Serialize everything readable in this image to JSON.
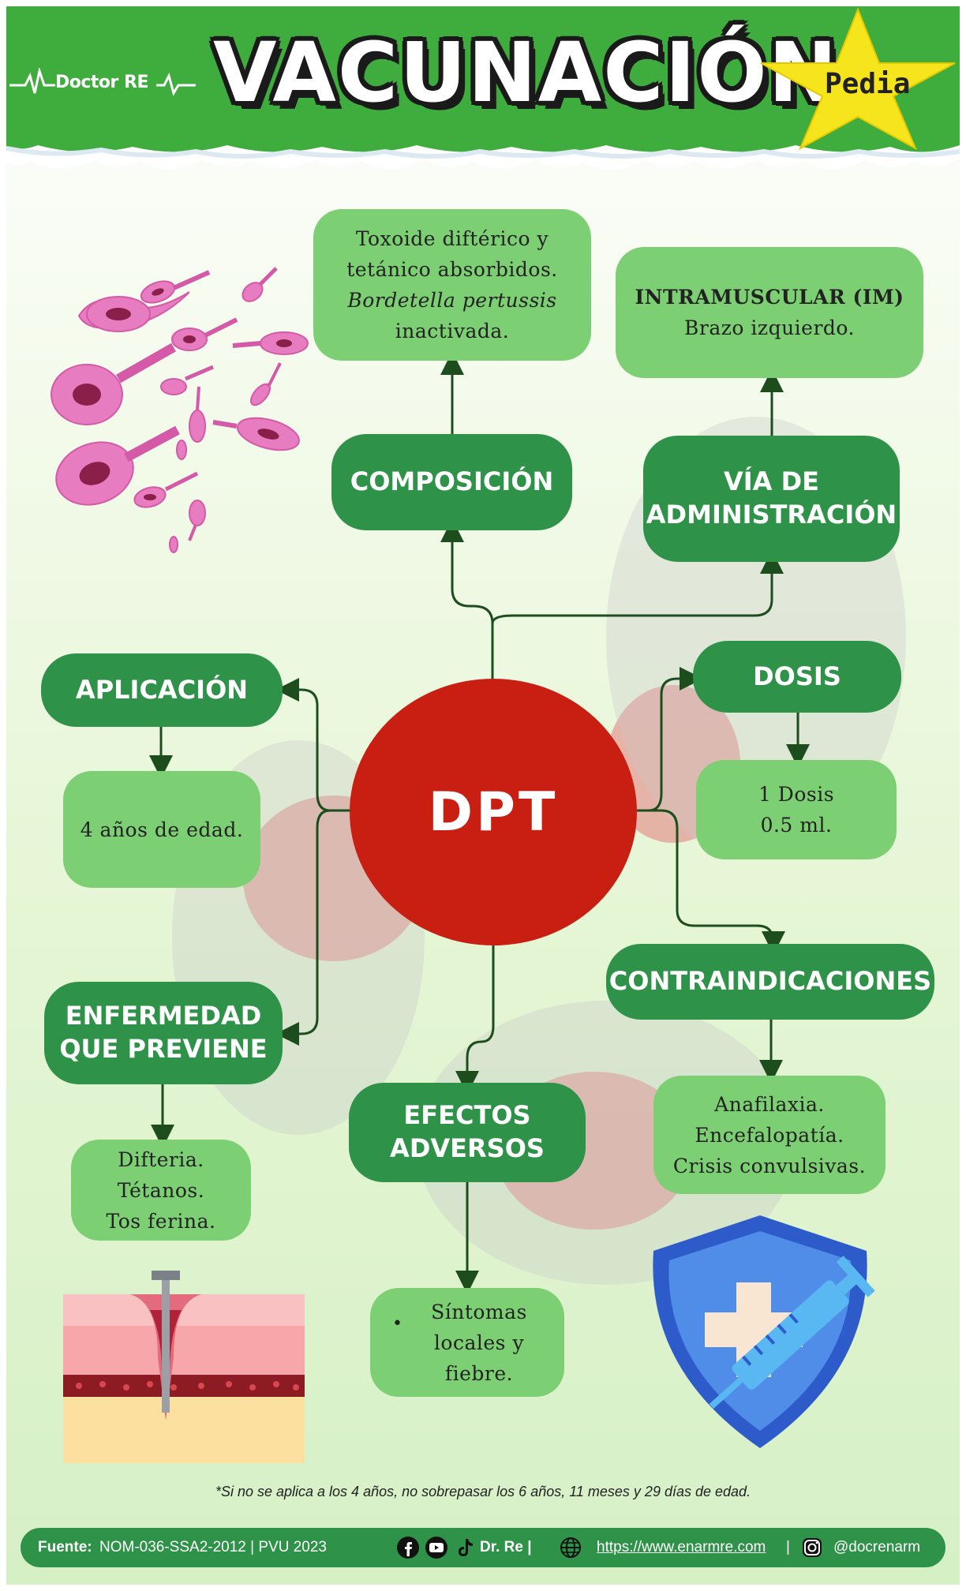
{
  "header": {
    "logo_text": "Doctor RE",
    "title": "VACUNACIÓN",
    "badge": "Pedia",
    "colors": {
      "header_green": "#3fad3d",
      "badge_yellow": "#f6e51c"
    }
  },
  "center": {
    "label": "DPT",
    "color": "#c81f12"
  },
  "nodes": {
    "composicion": {
      "title": "COMPOSICIÓN",
      "lines": [
        "Toxoide diftérico y",
        "tetánico absorbidos.",
        "Bordetella pertussis",
        "inactivada."
      ]
    },
    "via": {
      "title_lines": [
        "VÍA DE",
        "ADMINISTRACIÓN"
      ],
      "lines": [
        "INTRAMUSCULAR (IM)",
        "Brazo izquierdo."
      ]
    },
    "aplicacion": {
      "title": "APLICACIÓN",
      "lines": [
        "4 años de edad."
      ]
    },
    "dosis": {
      "title": "DOSIS",
      "lines": [
        "1 Dosis",
        "0.5 ml."
      ]
    },
    "enfermedad": {
      "title_lines": [
        "ENFERMEDAD",
        "QUE PREVIENE"
      ],
      "lines": [
        "Difteria.",
        "Tétanos.",
        "Tos ferina."
      ]
    },
    "efectos": {
      "title_lines": [
        "EFECTOS",
        "ADVERSOS"
      ],
      "lines": [
        "Síntomas",
        "locales y",
        "fiebre."
      ]
    },
    "contra": {
      "title": "CONTRAINDICACIONES",
      "lines": [
        "Anafilaxia.",
        "Encefalopatía.",
        "Crisis convulsivas."
      ]
    }
  },
  "footnote": "*Si no se aplica a los 4 años, no sobrepasar los 6 años, 11 meses y 29 días de edad.",
  "footer": {
    "fuente_label": "Fuente:",
    "fuente_value": "NOM-036-SSA2-2012 | PVU 2023",
    "brand": "Dr. Re |",
    "url": "https://www.enarmre.com",
    "sep": "|",
    "handle": "@docrenarm"
  },
  "colors": {
    "pill": "#2e9248",
    "box": "#7ccf72",
    "arrow": "#1d4d1d"
  }
}
